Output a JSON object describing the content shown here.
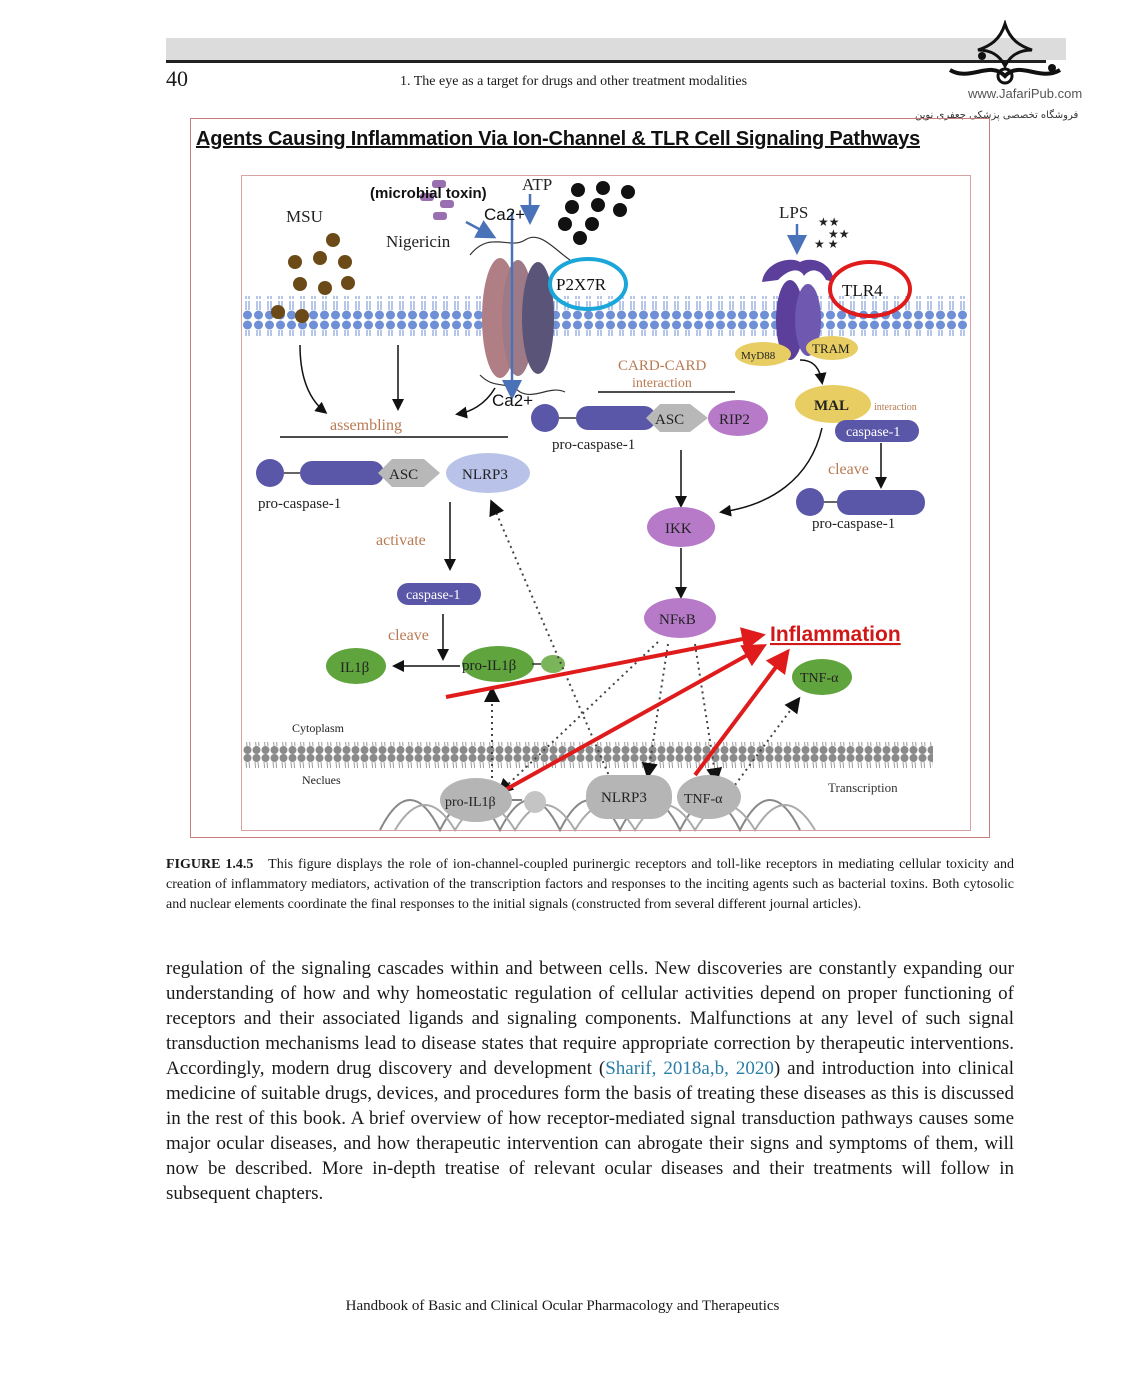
{
  "header": {
    "page_number": "40",
    "running_head": "1. The eye as a target for drugs and other treatment modalities",
    "watermark_url": "www.JafariPub.com",
    "watermark_text_fa": "فروشگاه تخصصی پزشکی جعفری نوین"
  },
  "figure": {
    "title": "Agents Causing Inflammation Via Ion-Channel & TLR Cell Signaling Pathways",
    "labels": {
      "msu": "MSU",
      "microbial_toxin": "(microbial toxin)",
      "nigericin": "Nigericin",
      "atp": "ATP",
      "ca_top": "Ca2+",
      "ca_bottom": "Ca2+",
      "p2x7r": "P2X7R",
      "lps": "LPS",
      "tlr4": "TLR4",
      "myd88": "MyD88",
      "tram": "TRAM",
      "card_card": "CARD-CARD",
      "card_interaction": "interaction",
      "assembling": "assembling",
      "asc_left": "ASC",
      "nlrp3_left": "NLRP3",
      "pro_caspase_left": "pro-caspase-1",
      "activate": "activate",
      "caspase1_left": "caspase-1",
      "cleave_left": "cleave",
      "il1b": "IL1β",
      "pro_il1b": "pro-IL1β",
      "asc_mid": "ASC",
      "rip2": "RIP2",
      "pro_caspase_mid": "pro-caspase-1",
      "mal": "MAL",
      "mal_interaction": "interaction",
      "caspase1_right": "caspase-1",
      "cleave_right": "cleave",
      "pro_caspase_right": "pro-caspase-1",
      "ikk": "IKK",
      "nfkb": "NFκB",
      "inflammation": "Inflammation",
      "tnf_cyto": "TNF-α",
      "cytoplasm": "Cytoplasm",
      "nucleus": "Neclues",
      "transcription": "Transcription",
      "pro_il1b_dna": "pro-IL1β",
      "nlrp3_dna": "NLRP3",
      "tnf_dna": "TNF-α"
    },
    "colors": {
      "p2x7r_ring": "#1aa6d9",
      "tlr4_ring": "#e01b1b",
      "inflammation": "#d01818",
      "membrane": "#6f8fd6",
      "caspase": "#5a57a8",
      "purple_node": "#b77ac9",
      "green_node": "#5fa43c",
      "yellow_node": "#e8cd62",
      "annotation_orange": "#b97a52"
    }
  },
  "caption": {
    "label": "FIGURE 1.4.5",
    "text": "This figure displays the role of ion-channel-coupled purinergic receptors and toll-like receptors in mediating cellular toxicity and creation of inflammatory mediators, activation of the transcription factors and responses to the inciting agents such as bacterial toxins. Both cytosolic and nuclear elements coordinate the final responses to the initial signals (constructed from several different journal articles)."
  },
  "body": {
    "text_before_cite": "regulation of the signaling cascades within and between cells. New discoveries are constantly expanding our understanding of how and why homeostatic regulation of cellular activities depend on proper functioning of receptors and their associated ligands and signaling components. Malfunctions at any level of such signal transduction mechanisms lead to disease states that require appropriate correction by therapeutic interventions. Accordingly, modern drug discovery and development (",
    "citation": "Sharif, 2018a,b, 2020",
    "text_after_cite": ") and introduction into clinical medicine of suitable drugs, devices, and procedures form the basis of treating these diseases as this is discussed in the rest of this book. A brief overview of how receptor-mediated signal transduction pathways causes some major ocular diseases, and how therapeutic intervention can abrogate their signs and symptoms of them, will now be described. More in-depth treatise of relevant ocular diseases and their treatments will follow in subsequent chapters."
  },
  "footer": {
    "book_title": "Handbook of Basic and Clinical Ocular Pharmacology and Therapeutics"
  }
}
